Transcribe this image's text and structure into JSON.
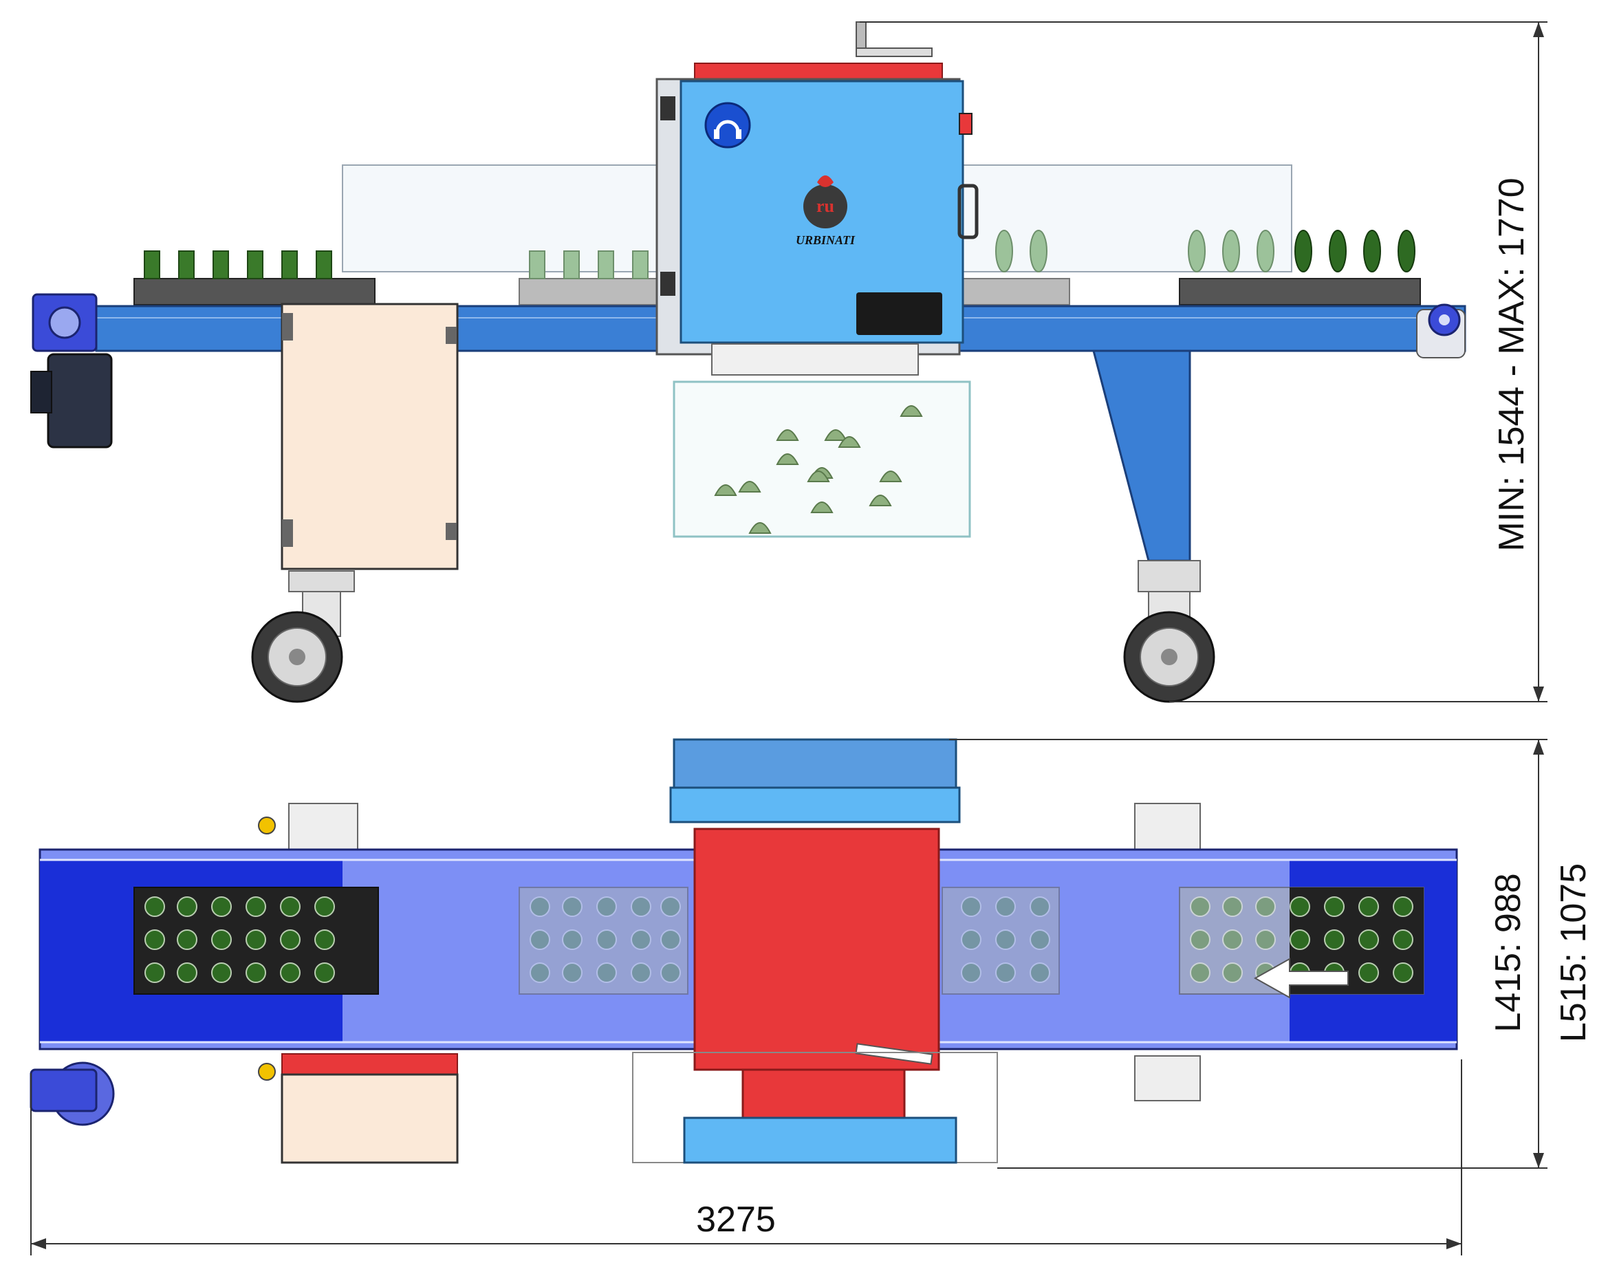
{
  "brand": {
    "name": "URBINATI"
  },
  "dimensions": {
    "height_label": "MIN: 1544 - MAX: 1770",
    "width_label_inner": "L415: 988",
    "width_label_outer": "L515: 1075",
    "length_label": "3275"
  },
  "colors": {
    "frame_blue": "#3a7fd5",
    "machine_blue": "#5fb8f5",
    "belt_blue": "#1a2fd8",
    "belt_light": "#7d8ff5",
    "red": "#e8383a",
    "cabinet": "#fbe9d8",
    "plant_green": "#3a7a2a",
    "dark": "#222222"
  }
}
